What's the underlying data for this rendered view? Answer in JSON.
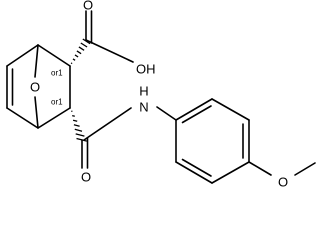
{
  "molecule": {
    "atoms": {
      "bridge_oxygen": "O",
      "acid_hydroxyl": "OH",
      "acid_carbonyl_oxygen": "O",
      "amide_nitrogen": "N",
      "amide_hydrogen": "H",
      "amide_carbonyl_oxygen": "O",
      "methoxy_oxygen": "O"
    },
    "stereo": {
      "upper": "or1",
      "lower": "or1"
    }
  }
}
